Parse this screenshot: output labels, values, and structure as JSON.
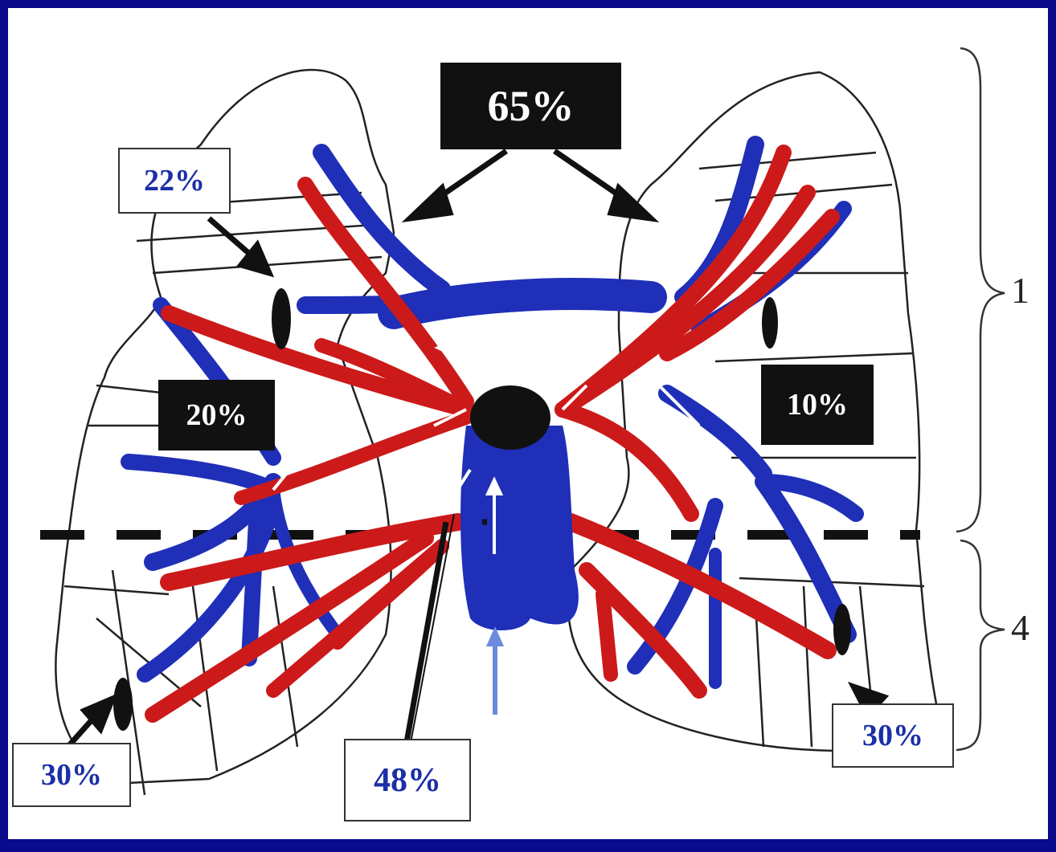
{
  "labels": {
    "top_center": "65%",
    "upper_left": "22%",
    "left_middle": "20%",
    "right_middle": "10%",
    "bottom_left": "30%",
    "bottom_center": "48%",
    "bottom_right": "30%"
  },
  "brace_labels": {
    "upper": "1",
    "lower": "4"
  },
  "colors": {
    "frame": "#0a0a8c",
    "artery": "#cc1a1a",
    "vein": "#1f2fb8",
    "outline": "#222222"
  }
}
